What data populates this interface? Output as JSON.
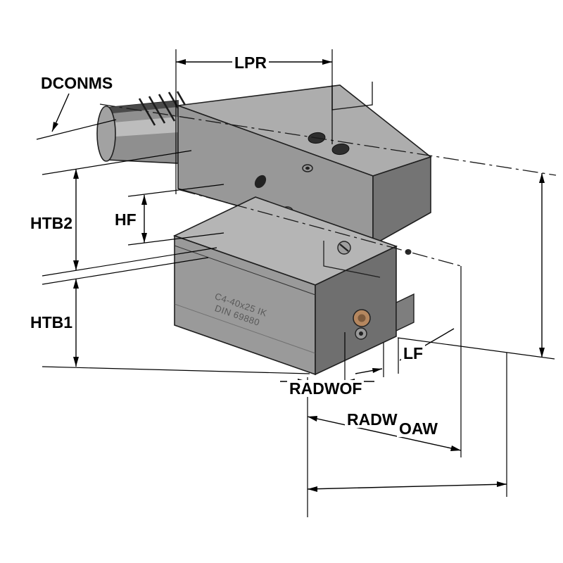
{
  "drawing": {
    "labels": {
      "lpr": "LPR",
      "dconms": "DCONMS",
      "htb2": "HTB2",
      "hf": "HF",
      "htb1": "HTB1",
      "lf": "LF",
      "radwof": "RADWOF",
      "radw": "RADW",
      "oaw": "OAW"
    },
    "part_marking": {
      "line1": "C4-40x25 IK",
      "line2": "DIN 69880"
    },
    "colors": {
      "background": "#ffffff",
      "line": "#000000",
      "body_light": "#b5b5b5",
      "body_mid": "#9a9a9a",
      "body_dark": "#6f6f6f",
      "insert_bronze": "#b5875f"
    }
  }
}
